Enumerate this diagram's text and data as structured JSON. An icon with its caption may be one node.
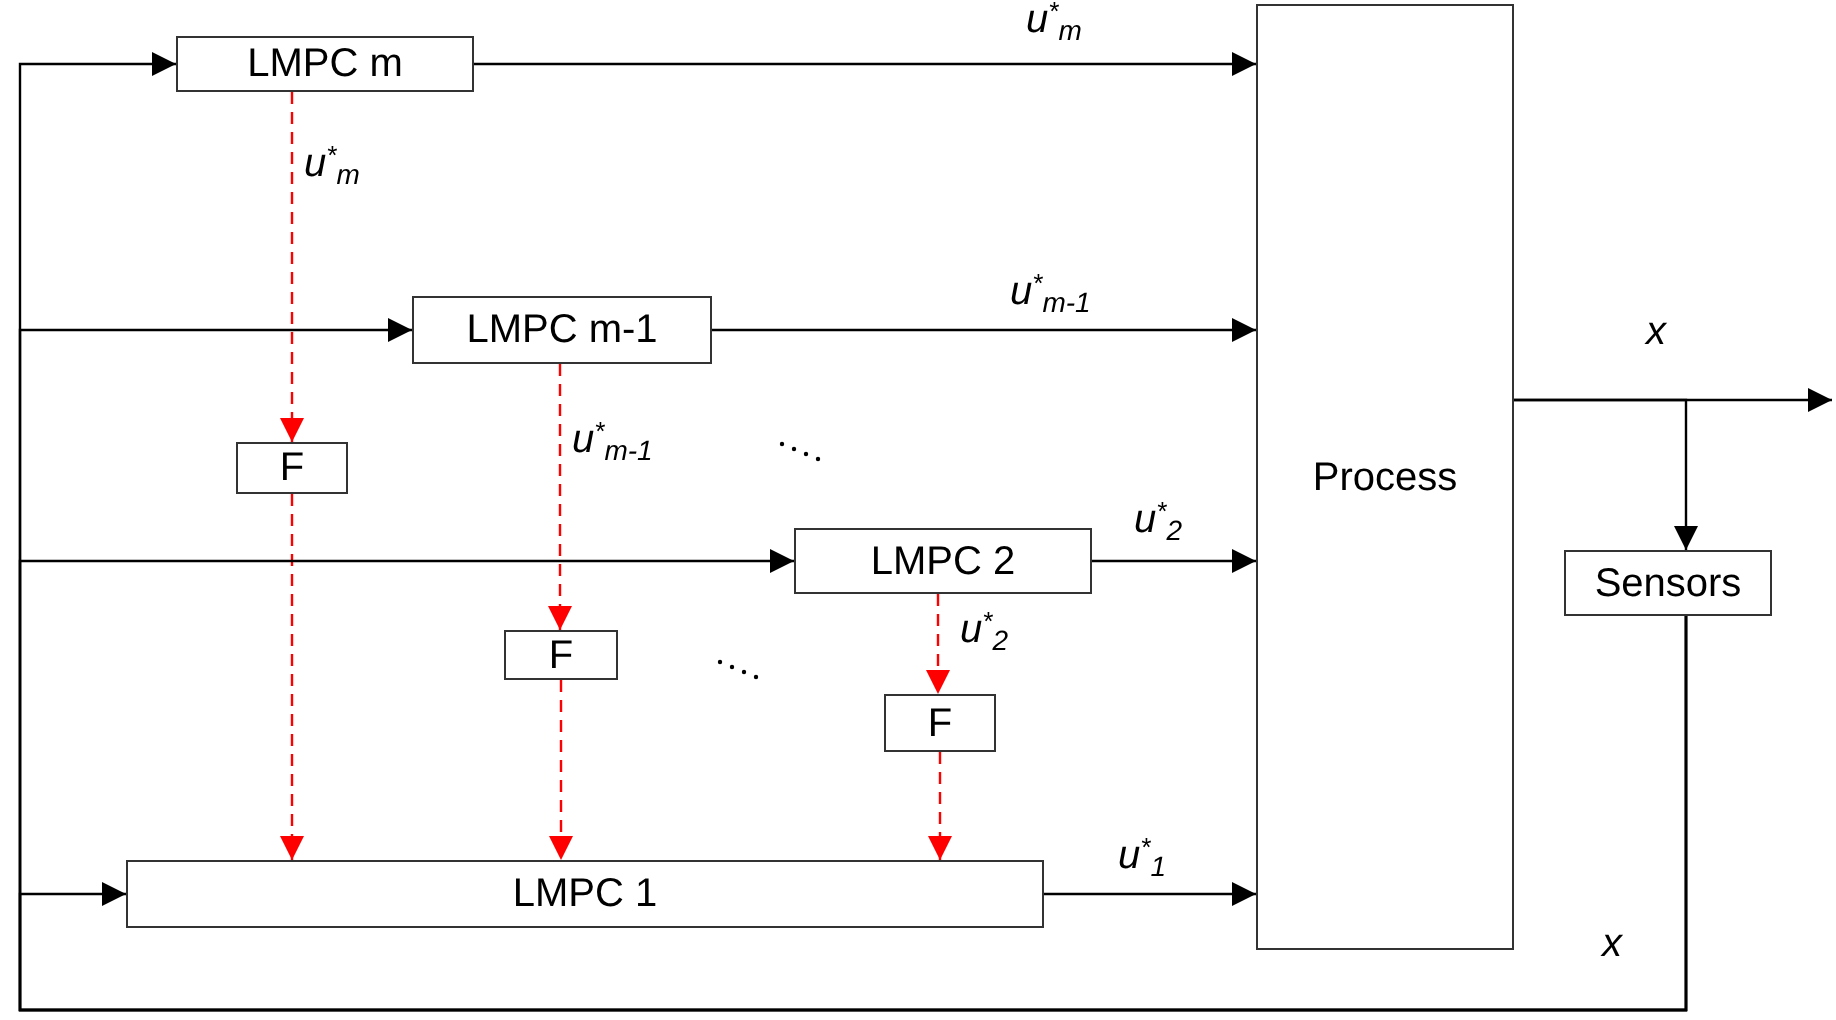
{
  "diagram": {
    "nodes": [
      {
        "text": [
          "LMPC m"
        ]
      },
      {
        "text": [
          "LMPC m-1"
        ]
      },
      {
        "text": [
          "LMPC 2"
        ]
      },
      {
        "text": [
          "LMPC 1"
        ]
      },
      {
        "text": [
          "F"
        ]
      },
      {
        "text": [
          "F"
        ]
      },
      {
        "text": [
          "F"
        ]
      },
      {
        "text": [
          "Process"
        ]
      },
      {
        "text": [
          "Sensors"
        ]
      }
    ],
    "edges": [
      {
        "from": 0,
        "to": 7,
        "arrow": "to",
        "label": "u$^{*}$$_{m}$"
      },
      {
        "from": 1,
        "to": 7,
        "arrow": "to",
        "label": "u$^{*}$$_{m-1}$"
      },
      {
        "from": 2,
        "to": 7,
        "arrow": "to",
        "label": "u$^{*}$$_{2}$"
      },
      {
        "from": 3,
        "to": 7,
        "arrow": "to",
        "label": "u$^{*}$$_{1}$"
      },
      {
        "from": 0,
        "to": 4,
        "arrow": "to",
        "label": "u$^{*}$$_{m}$",
        "style": "dashed",
        "color": "#ff0000"
      },
      {
        "from": 4,
        "to": 3,
        "arrow": "to",
        "style": "dashed",
        "color": "#ff0000"
      },
      {
        "from": 1,
        "to": 5,
        "arrow": "to",
        "label": "u$^{*}$$_{m-1}$",
        "style": "dashed",
        "color": "#ff0000"
      },
      {
        "from": 5,
        "to": 3,
        "arrow": "to",
        "style": "dashed",
        "color": "#ff0000"
      },
      {
        "from": 2,
        "to": 6,
        "arrow": "to",
        "label": "u$^{*}$$_{2}$",
        "style": "dashed",
        "color": "#ff0000"
      },
      {
        "from": 6,
        "to": 3,
        "arrow": "to",
        "style": "dashed",
        "color": "#ff0000"
      },
      {
        "from": 7,
        "to": null,
        "arrow": "to",
        "label": "x"
      },
      {
        "from": 7,
        "to": 8,
        "arrow": "to"
      },
      {
        "from": 8,
        "to": 0,
        "arrow": "to"
      },
      {
        "from": 8,
        "to": 1,
        "arrow": "to"
      },
      {
        "from": 8,
        "to": 2,
        "arrow": "to"
      },
      {
        "from": 8,
        "to": 3,
        "arrow": "to",
        "label": "x"
      }
    ]
  }
}
